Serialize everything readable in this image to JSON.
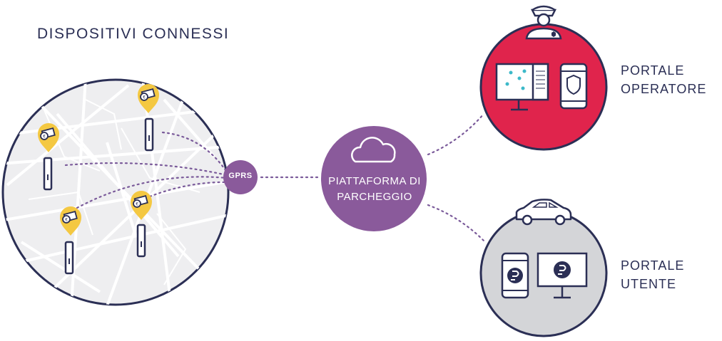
{
  "title": "DISPOSITIVI CONNESSI",
  "gprs": "GPRS",
  "platform": {
    "line1": "PIATTAFORMA DI",
    "line2": "PARCHEGGIO"
  },
  "portale_operatore": {
    "line1": "PORTALE",
    "line2": "OPERATORE"
  },
  "portale_utente": "PORTALE UTENTE",
  "colors": {
    "navy": "#2b2f55",
    "purple": "#8a5a9b",
    "dot_purple": "#7a5a9a",
    "red": "#e0244c",
    "gray": "#d4d5d8",
    "map_fill": "#eeeef0",
    "pin_yellow": "#f4c842",
    "teal": "#3cb9c9"
  },
  "icons": [
    "cloud-icon",
    "police-officer-icon",
    "car-icon",
    "monitor-icon",
    "phone-icon",
    "shield-icon",
    "parking-logo-icon",
    "euro-ticket-pin-icon",
    "parking-meter-icon"
  ]
}
